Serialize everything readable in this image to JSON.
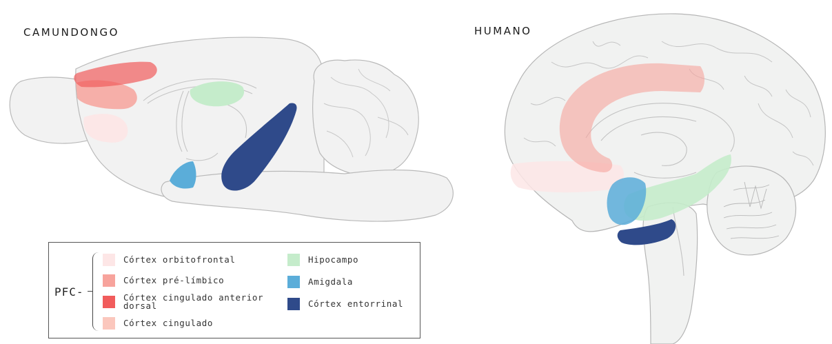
{
  "titles": {
    "mouse": "CAMUNDONGO",
    "human": "HUMANO"
  },
  "legend": {
    "group_label": "PFC-",
    "pfc_items": [
      {
        "label": "Córtex orbitofrontal",
        "color": "#fde6e6"
      },
      {
        "label": "Córtex pré-límbico",
        "color": "#f7a39c"
      },
      {
        "label": "Córtex cingulado anterior\n dorsal",
        "color": "#f15c5c"
      },
      {
        "label": "Córtex cingulado",
        "color": "#fbc7bd"
      }
    ],
    "other_items": [
      {
        "label": "Hipocampo",
        "color": "#c5eccb"
      },
      {
        "label": "Amigdala",
        "color": "#5badd9"
      },
      {
        "label": "Córtex entorrinal",
        "color": "#2f4a8a"
      }
    ]
  }
}
